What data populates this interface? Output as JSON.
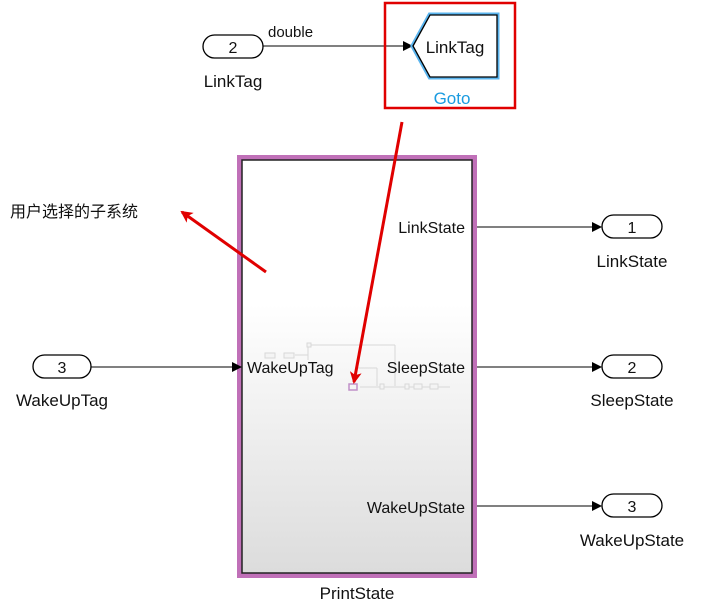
{
  "diagram": {
    "inports": [
      {
        "number": "2",
        "name": "LinkTag",
        "signal_label": "double"
      },
      {
        "number": "3",
        "name": "WakeUpTag"
      }
    ],
    "goto_block": {
      "tag": "LinkTag",
      "name": "Goto",
      "name_color": "#1a9be0",
      "highlight_color": "#e00000"
    },
    "subsystem": {
      "name": "PrintState",
      "input_ports": [
        "WakeUpTag"
      ],
      "output_ports": [
        "LinkState",
        "SleepState",
        "WakeUpState"
      ],
      "border_color": "#b060a8"
    },
    "outports": [
      {
        "number": "1",
        "name": "LinkState"
      },
      {
        "number": "2",
        "name": "SleepState"
      },
      {
        "number": "3",
        "name": "WakeUpState"
      }
    ],
    "annotation": {
      "text": "用户选择的子系统",
      "arrow_color": "#e00000"
    }
  }
}
